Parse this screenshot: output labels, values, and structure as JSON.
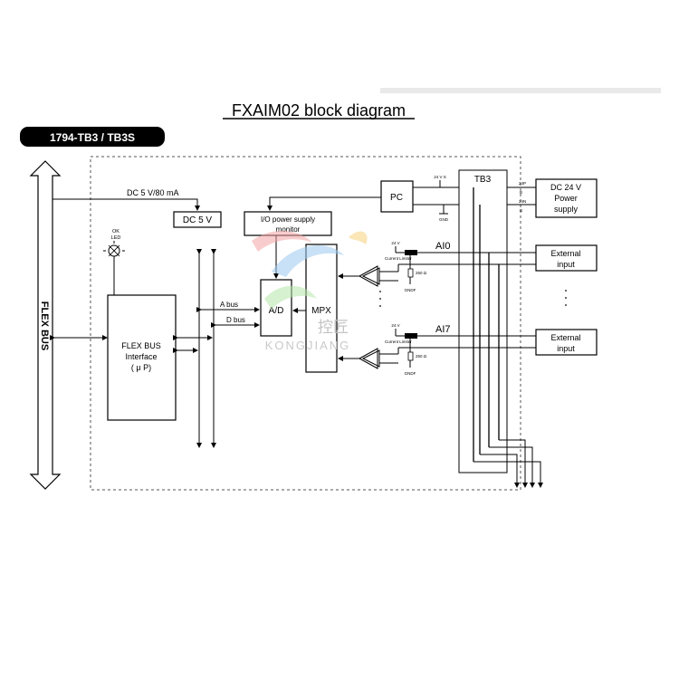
{
  "title": "FXAIM02 block diagram",
  "header_badge": "1794-TB3 / TB3S",
  "flex_bus_label": "FLEX BUS",
  "dc_supply_text": "DC 5 V/80 mA",
  "dc5v_box": "DC 5 V",
  "io_monitor": {
    "line1": "I/O power supply",
    "line2": "monitor"
  },
  "pc_box": "PC",
  "tb3_label": "TB3",
  "dc24_box": {
    "line1": "DC 24 V",
    "line2": "Power",
    "line3": "supply"
  },
  "ok_led": {
    "line1": "OK",
    "line2": "LED"
  },
  "flex_interface": {
    "line1": "FLEX BUS",
    "line2": "Interface",
    "line3": "( μ P)"
  },
  "a_bus": "A bus",
  "d_bus": "D bus",
  "ad_box": "A/D",
  "mpx_box": "MPX",
  "channels": [
    {
      "name": "AI0",
      "supply": "24 V",
      "limiter": "Current Limiter",
      "resistor": "250 Ω",
      "gnd": "GNDF"
    },
    {
      "name": "AI7",
      "supply": "24 V",
      "limiter": "Current Limiter",
      "resistor": "250 Ω",
      "gnd": "GNDF"
    }
  ],
  "external_inputs": [
    "External input",
    "External input"
  ],
  "ext_input_lines": [
    "External",
    "input"
  ],
  "pc_supply": "24 V S",
  "pc_gnd": "GND",
  "pin_labels": [
    "24P",
    "24N"
  ],
  "pin_marks": [
    "B",
    "B"
  ],
  "watermark": {
    "cn": "控匠",
    "en": "KONGJIANG"
  },
  "ellipsis": "·\n·\n·"
}
